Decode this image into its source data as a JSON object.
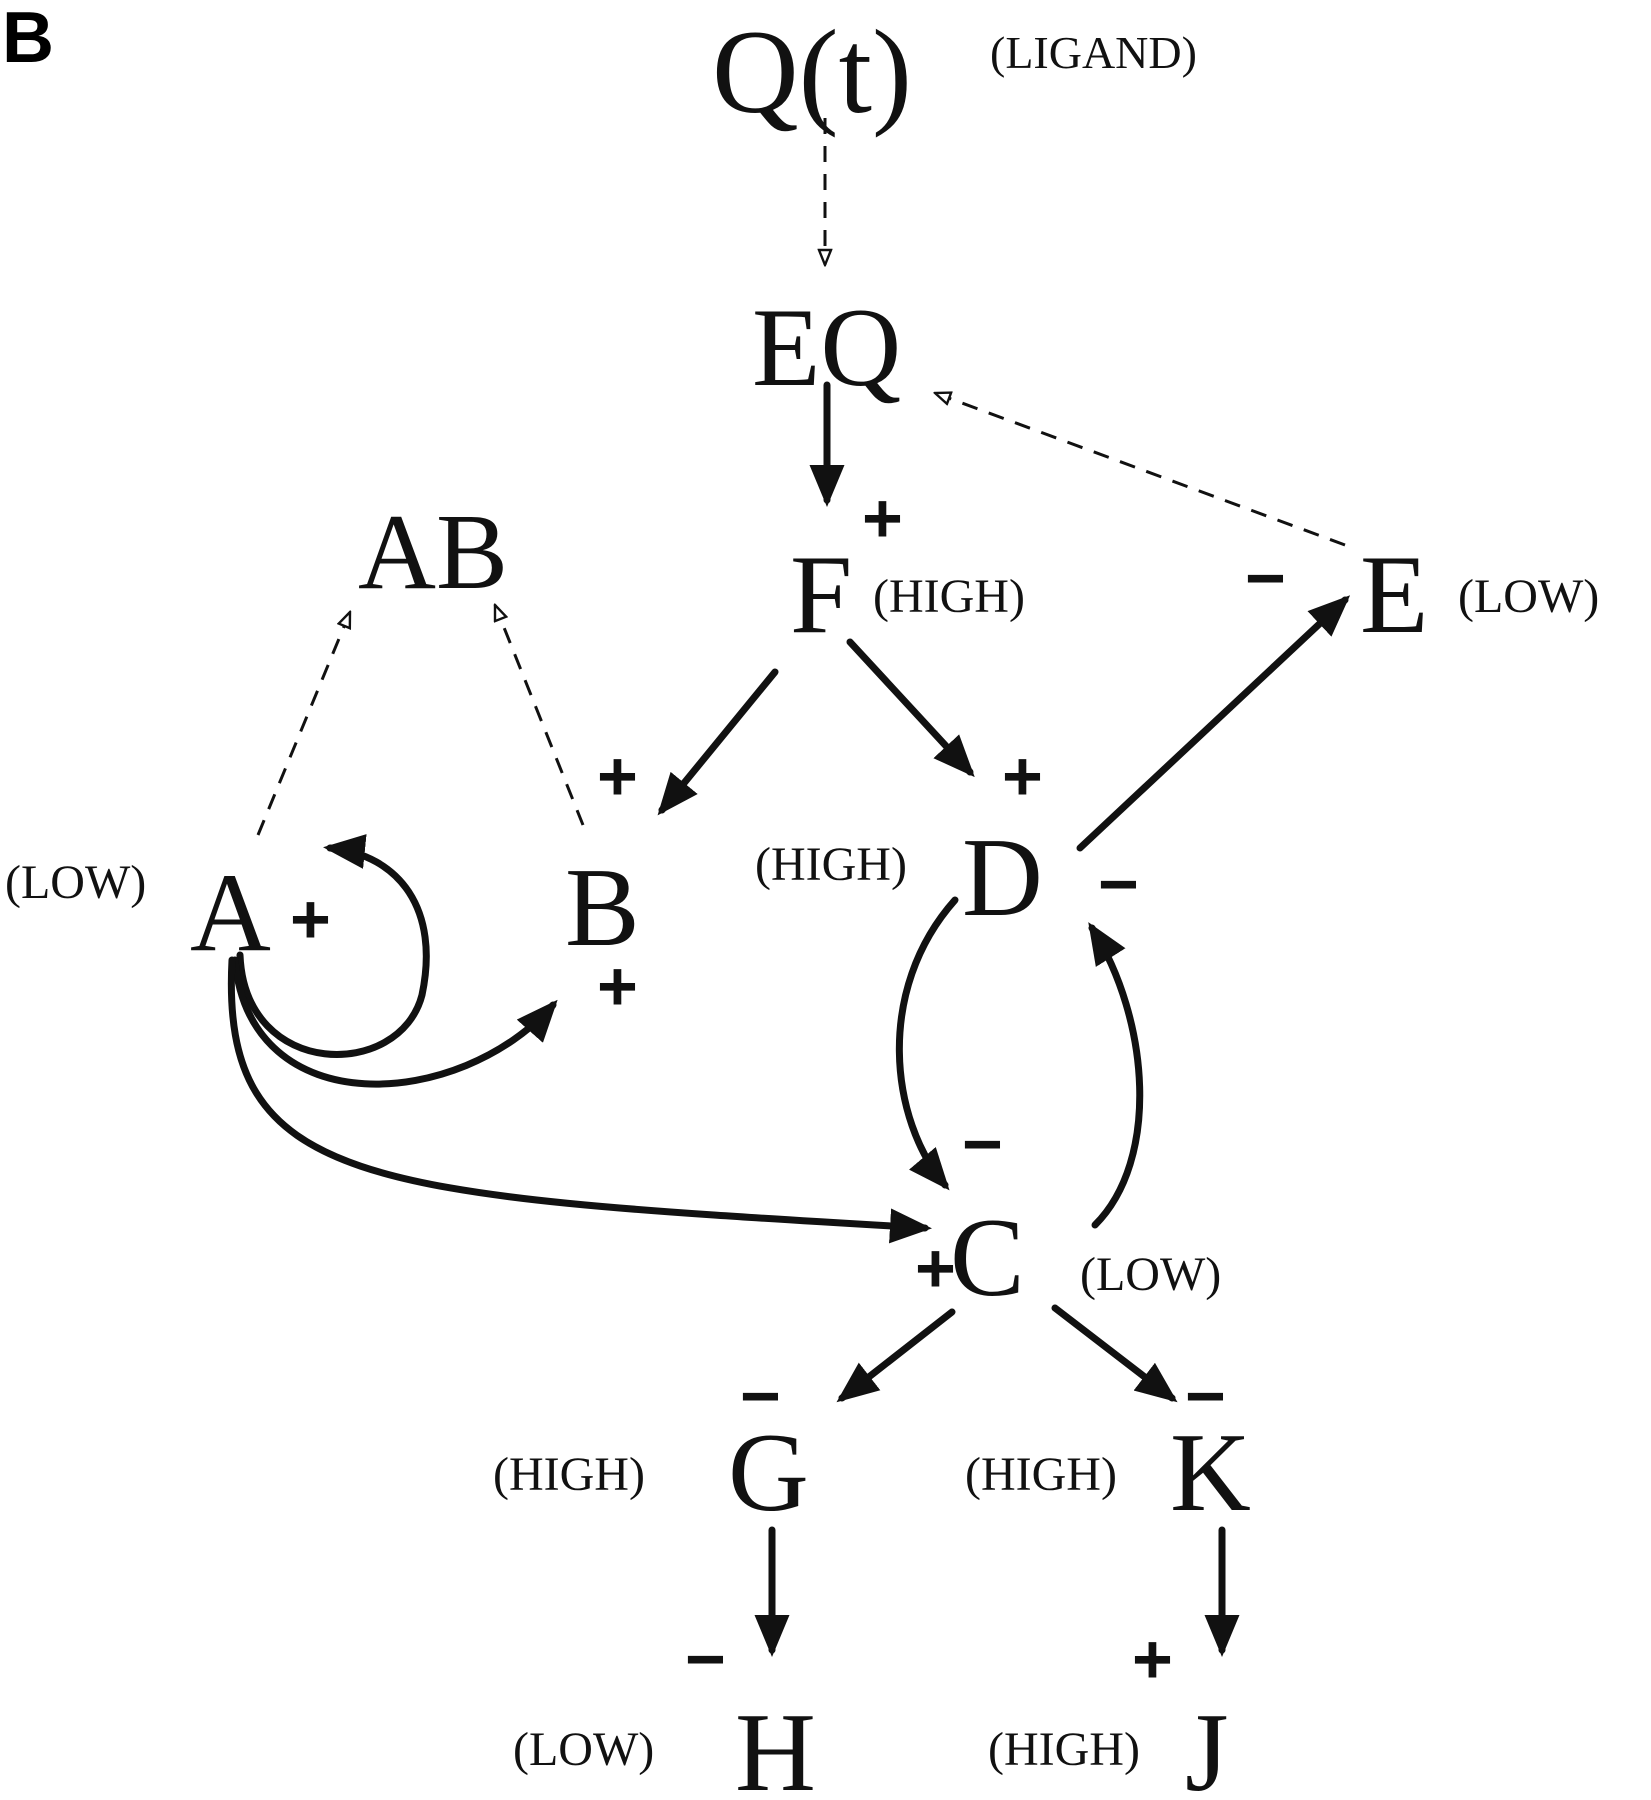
{
  "panel_label": "B",
  "nodes": {
    "Q": {
      "label": "Q(t)",
      "note": "(LIGAND)"
    },
    "EQ": {
      "label": "EQ"
    },
    "F": {
      "label": "F",
      "level": "(HIGH)",
      "sign": "+"
    },
    "E": {
      "label": "E",
      "level": "(LOW)",
      "sign": "−"
    },
    "AB": {
      "label": "AB"
    },
    "A": {
      "label": "A",
      "level": "(LOW)",
      "sign": "+"
    },
    "B": {
      "label": "B",
      "sign_top": "+",
      "sign_bottom": "+"
    },
    "D": {
      "label": "D",
      "level": "(HIGH)",
      "sign_top": "+",
      "sign_right": "−"
    },
    "C": {
      "label": "C",
      "level": "(LOW)",
      "sign_top": "−",
      "sign_left": "+"
    },
    "G": {
      "label": "G",
      "level": "(HIGH)",
      "sign": "−"
    },
    "K": {
      "label": "K",
      "level": "(HIGH)",
      "sign": "−"
    },
    "H": {
      "label": "H",
      "level": "(LOW)",
      "sign": "−"
    },
    "J": {
      "label": "J",
      "level": "(HIGH)",
      "sign": "+"
    }
  },
  "edges": [
    {
      "from": "Q",
      "to": "EQ",
      "style": "dashed"
    },
    {
      "from": "E",
      "to": "EQ",
      "style": "dashed"
    },
    {
      "from": "EQ",
      "to": "F",
      "style": "solid"
    },
    {
      "from": "F",
      "to": "B",
      "style": "solid"
    },
    {
      "from": "F",
      "to": "D",
      "style": "solid"
    },
    {
      "from": "D",
      "to": "E",
      "style": "solid"
    },
    {
      "from": "A",
      "to": "AB",
      "style": "dashed"
    },
    {
      "from": "B",
      "to": "AB",
      "style": "dashed"
    },
    {
      "from": "A",
      "to": "A",
      "style": "solid"
    },
    {
      "from": "A",
      "to": "B",
      "style": "solid"
    },
    {
      "from": "A",
      "to": "C",
      "style": "solid"
    },
    {
      "from": "D",
      "to": "C",
      "style": "solid"
    },
    {
      "from": "C",
      "to": "D",
      "style": "solid"
    },
    {
      "from": "C",
      "to": "G",
      "style": "solid"
    },
    {
      "from": "C",
      "to": "K",
      "style": "solid"
    },
    {
      "from": "G",
      "to": "H",
      "style": "solid"
    },
    {
      "from": "K",
      "to": "J",
      "style": "solid"
    }
  ]
}
